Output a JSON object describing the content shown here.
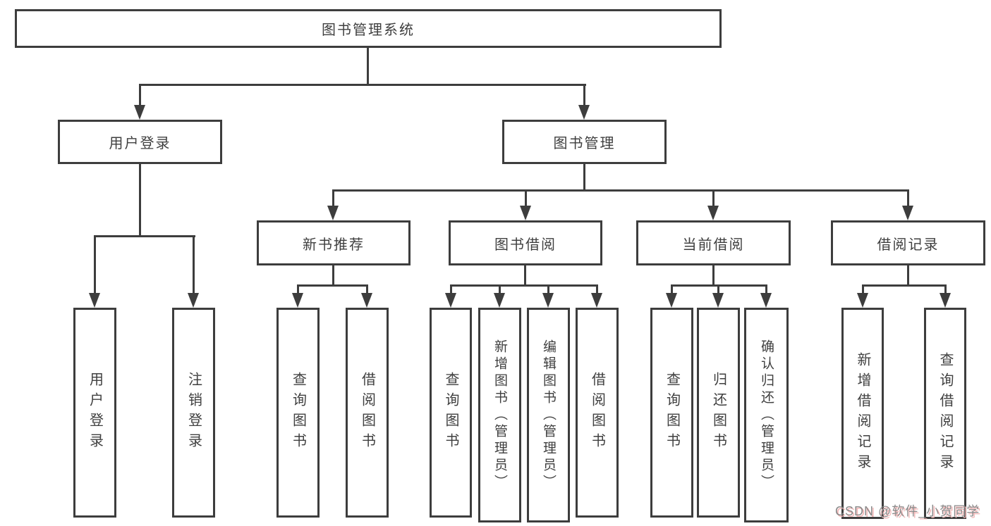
{
  "root": {
    "label": "图书管理系统"
  },
  "branches": [
    {
      "label": "用户登录",
      "children": [
        {
          "label": "用户登录"
        },
        {
          "label": "注销登录"
        }
      ]
    },
    {
      "label": "图书管理",
      "children": [
        {
          "label": "新书推荐",
          "children": [
            {
              "label": "查询图书"
            },
            {
              "label": "借阅图书"
            }
          ]
        },
        {
          "label": "图书借阅",
          "children": [
            {
              "label": "查询图书"
            },
            {
              "label": "新增图书（管理员）"
            },
            {
              "label": "编辑图书（管理员）"
            },
            {
              "label": "借阅图书"
            }
          ]
        },
        {
          "label": "当前借阅",
          "children": [
            {
              "label": "查询图书"
            },
            {
              "label": "归还图书"
            },
            {
              "label": "确认归还（管理员）"
            }
          ]
        },
        {
          "label": "借阅记录",
          "children": [
            {
              "label": "新增借阅记录"
            },
            {
              "label": "查询借阅记录"
            }
          ]
        }
      ]
    }
  ],
  "watermark": {
    "text": "CSDN @软件_小贺同学"
  },
  "colors": {
    "line": "#3d3d3d",
    "box_border": "#3d3d3d",
    "text": "#3f3f3f",
    "background": "#ffffff",
    "watermark_text": "#8a8a8a",
    "watermark_shadow": "#f3b6b6"
  }
}
